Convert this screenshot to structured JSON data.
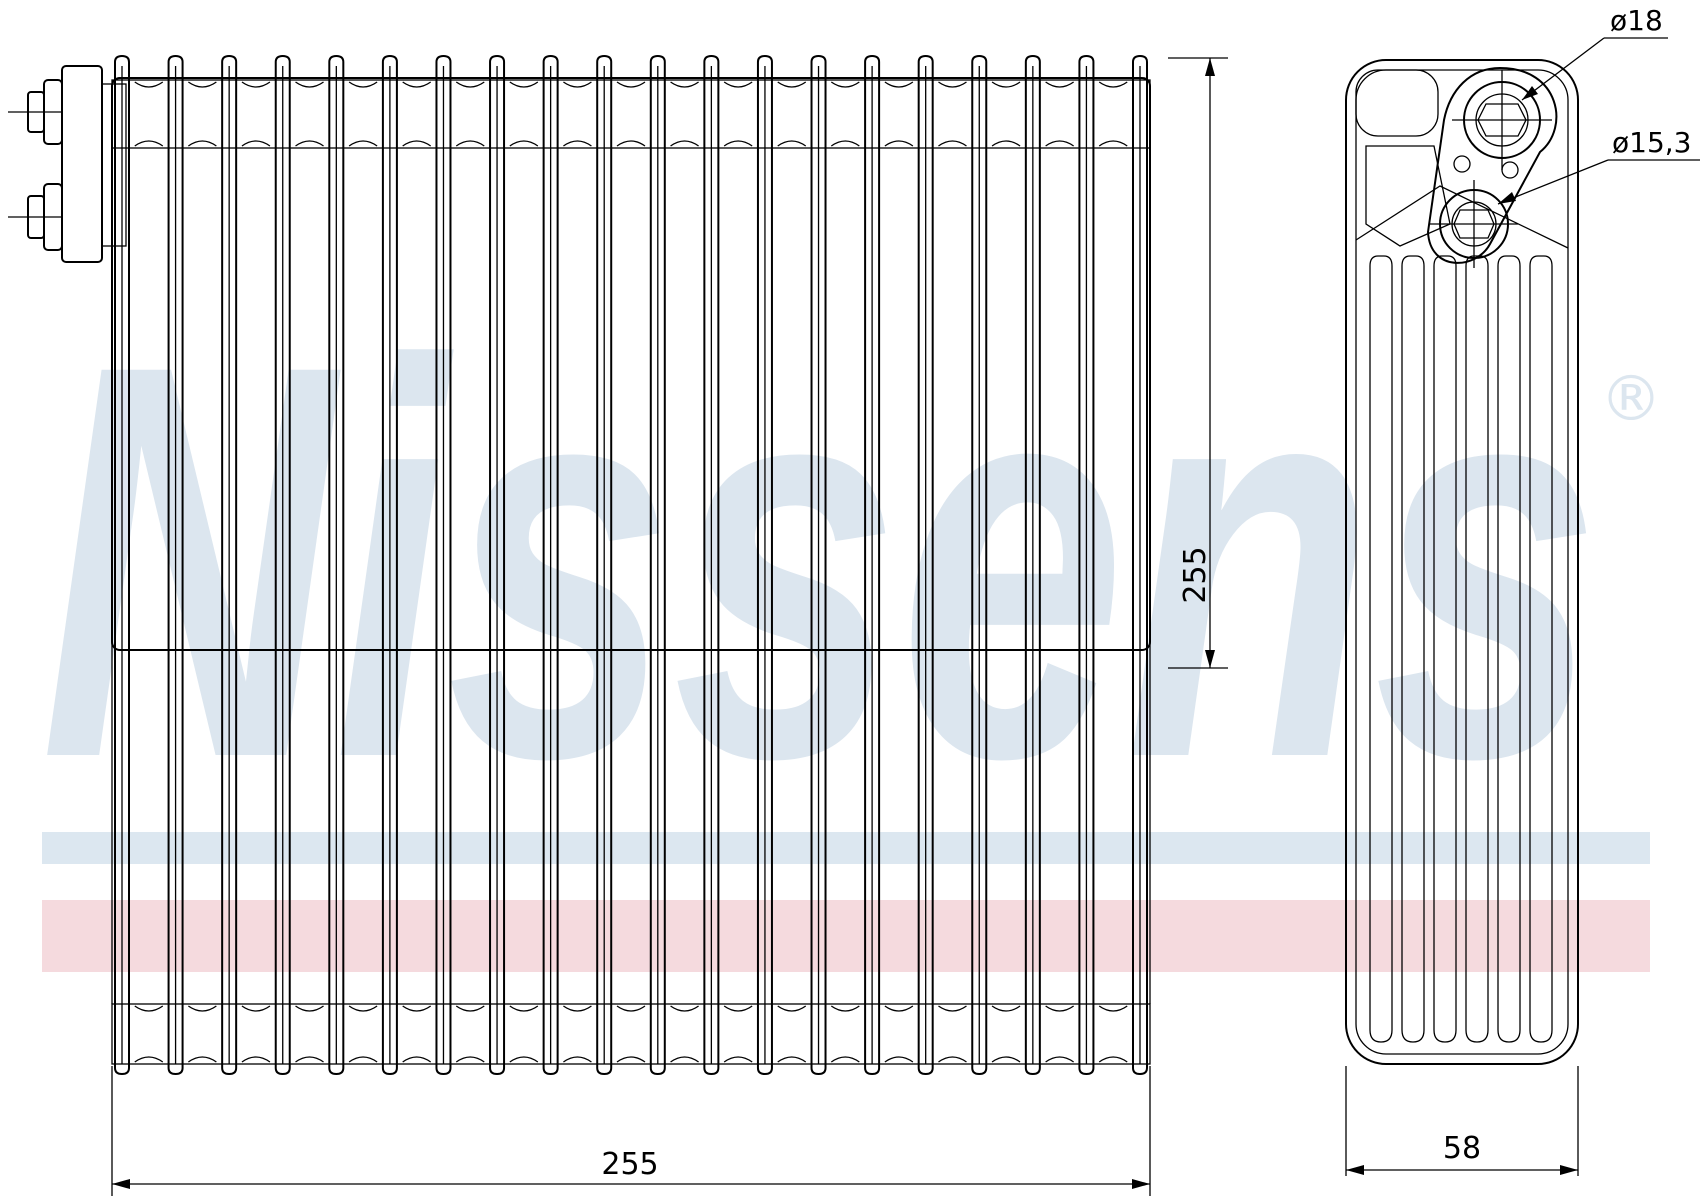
{
  "watermark": {
    "brand": "Nissens",
    "registered_mark": "®",
    "colors": {
      "text": "#dce6ef",
      "blue_band": "#dce7f0",
      "red_band": "#f5dade"
    }
  },
  "dimensions": {
    "front_width": "255",
    "front_height": "255",
    "side_depth": "58",
    "outlet_diameter": "ø18",
    "inlet_diameter": "ø15,3"
  },
  "components": {
    "evaporator_front": {
      "tube_count": 20
    },
    "evaporator_side": {
      "channel_count": 6
    }
  }
}
